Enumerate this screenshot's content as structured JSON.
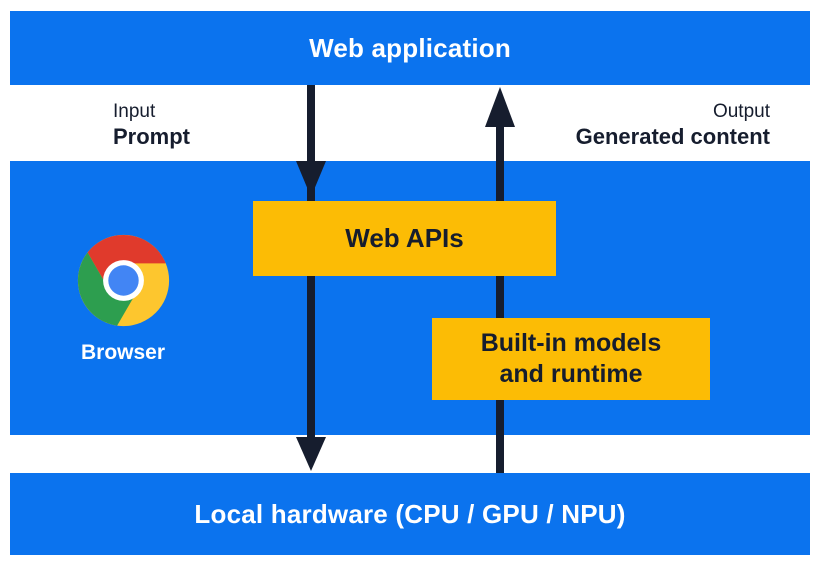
{
  "colors": {
    "blue": "#0b73ee",
    "yellow": "#fcbc05",
    "ink": "#161d2e",
    "text-light": "#ffffff",
    "chrome-red": "#e03a2c",
    "chrome-yellow": "#fdc62e",
    "chrome-green": "#2d9e4f",
    "chrome-blue": "#4285f4",
    "chrome-ring": "#ffffff"
  },
  "layers": {
    "web_application": "Web application",
    "local_hardware": "Local hardware (CPU / GPU / NPU)"
  },
  "flow": {
    "input_title": "Input",
    "input_value": "Prompt",
    "output_title": "Output",
    "output_value": "Generated content"
  },
  "browser": {
    "label": "Browser",
    "web_apis": "Web APIs",
    "built_in_models": "Built-in models\nand runtime"
  }
}
